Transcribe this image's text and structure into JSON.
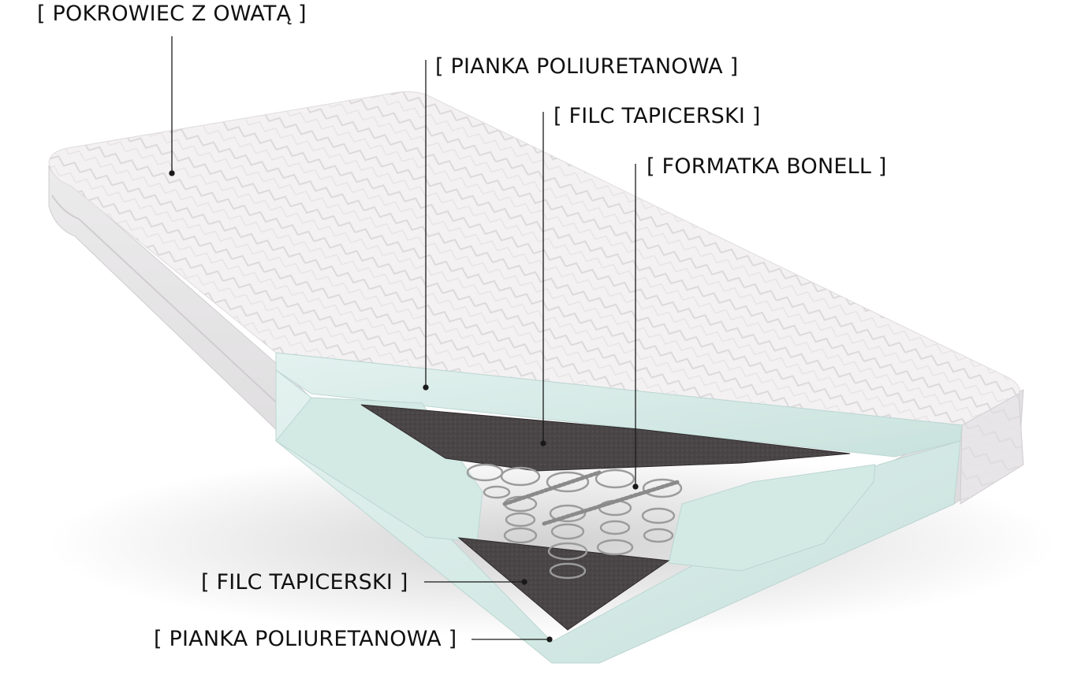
{
  "labels": {
    "cover": "[ POKROWIEC Z OWATĄ ]",
    "foam_top": "[ PIANKA POLIURETANOWA ]",
    "felt_top": "[ FILC TAPICERSKI ]",
    "bonell": "[ FORMATKA BONELL ]",
    "felt_bottom": "[ FILC TAPICERSKI ]",
    "foam_bottom": "[ PIANKA POLIURETANOWA ]"
  },
  "colors": {
    "cover": "#f1eff0",
    "foam": "#d9ede9",
    "felt": "#4a4546",
    "springs": "#9a9a9a",
    "leader": "#1a1a1a"
  }
}
